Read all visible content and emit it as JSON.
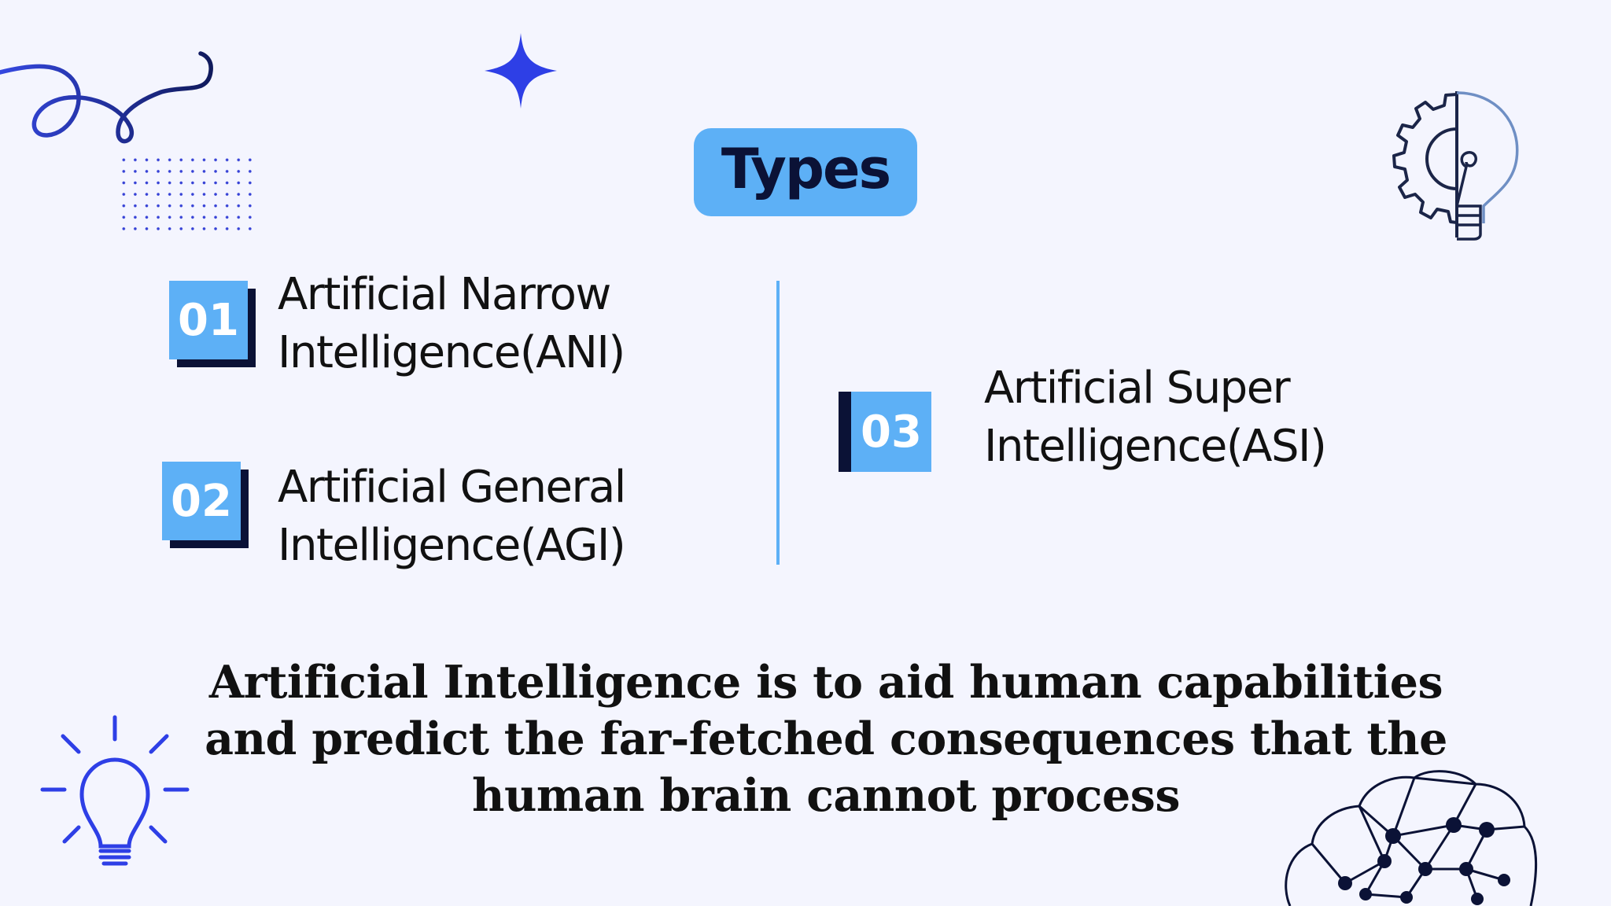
{
  "title": "Types",
  "types": [
    {
      "number": "01",
      "line1": "Artificial Narrow",
      "line2": "Intelligence(ANI)"
    },
    {
      "number": "02",
      "line1": "Artificial General",
      "line2": "Intelligence(AGI)"
    },
    {
      "number": "03",
      "line1": "Artificial Super",
      "line2": "Intelligence(ASI)"
    }
  ],
  "summary": "Artificial Intelligence is to aid human capabilities and predict the far-fetched consequences that the human brain cannot process",
  "decorations": [
    "squiggle-icon",
    "sparkle-icon",
    "dot-grid",
    "gear-bulb-icon",
    "lightbulb-icon",
    "brain-network-icon"
  ],
  "colors": {
    "background": "#F4F5FE",
    "accent": "#5DB0F6",
    "navy": "#0B1236",
    "decor_blue": "#3541D6"
  }
}
